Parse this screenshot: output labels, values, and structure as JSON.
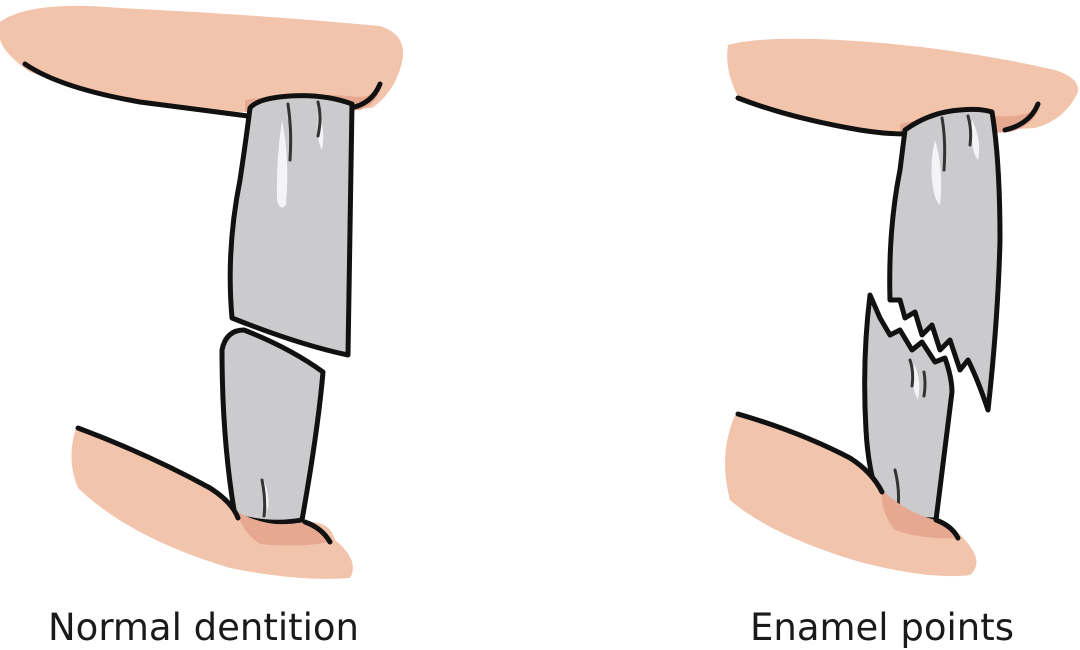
{
  "panels": [
    {
      "id": "normal",
      "caption": "Normal dentition"
    },
    {
      "id": "enamel",
      "caption": "Enamel points"
    }
  ]
}
